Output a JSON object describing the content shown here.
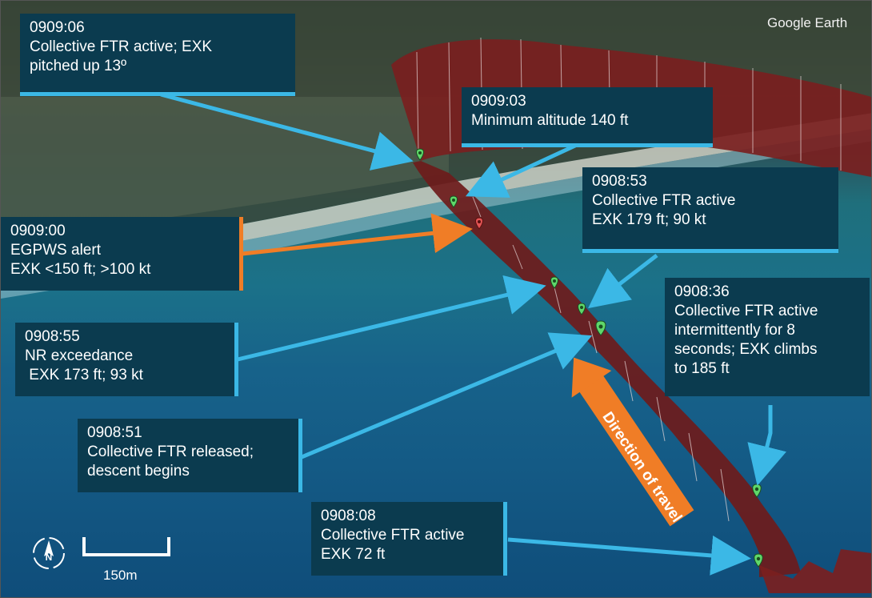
{
  "brand": "Google Earth",
  "scale": {
    "label": "150m"
  },
  "direction": {
    "label": "Direction of travel"
  },
  "colors": {
    "cyan": "#3bb8e6",
    "orange": "#f07d26",
    "label_bg": "#0b3b4f",
    "track": "#7a1f1f"
  },
  "labels": [
    {
      "id": "0909-06",
      "lines": [
        "0909:06",
        "Collective FTR active; EXK",
        "pitched up 13º"
      ]
    },
    {
      "id": "0909-03",
      "lines": [
        "0909:03",
        "Minimum altitude 140 ft"
      ]
    },
    {
      "id": "0908-53",
      "lines": [
        "0908:53",
        "Collective FTR active",
        "EXK 179 ft; 90 kt"
      ]
    },
    {
      "id": "0909-00",
      "lines": [
        "0909:00",
        "EGPWS alert",
        "EXK <150 ft; >100 kt"
      ]
    },
    {
      "id": "0908-36",
      "lines": [
        "0908:36",
        "Collective FTR active",
        "intermittently for 8",
        "seconds; EXK climbs",
        "to 185 ft"
      ]
    },
    {
      "id": "0908-55",
      "lines": [
        "0908:55",
        "NR exceedance",
        " EXK 173 ft; 93 kt"
      ]
    },
    {
      "id": "0908-51",
      "lines": [
        "0908:51",
        "Collective FTR released;",
        "descent begins"
      ]
    },
    {
      "id": "0908-08",
      "lines": [
        "0908:08",
        "Collective FTR active",
        "EXK 72 ft"
      ]
    }
  ]
}
